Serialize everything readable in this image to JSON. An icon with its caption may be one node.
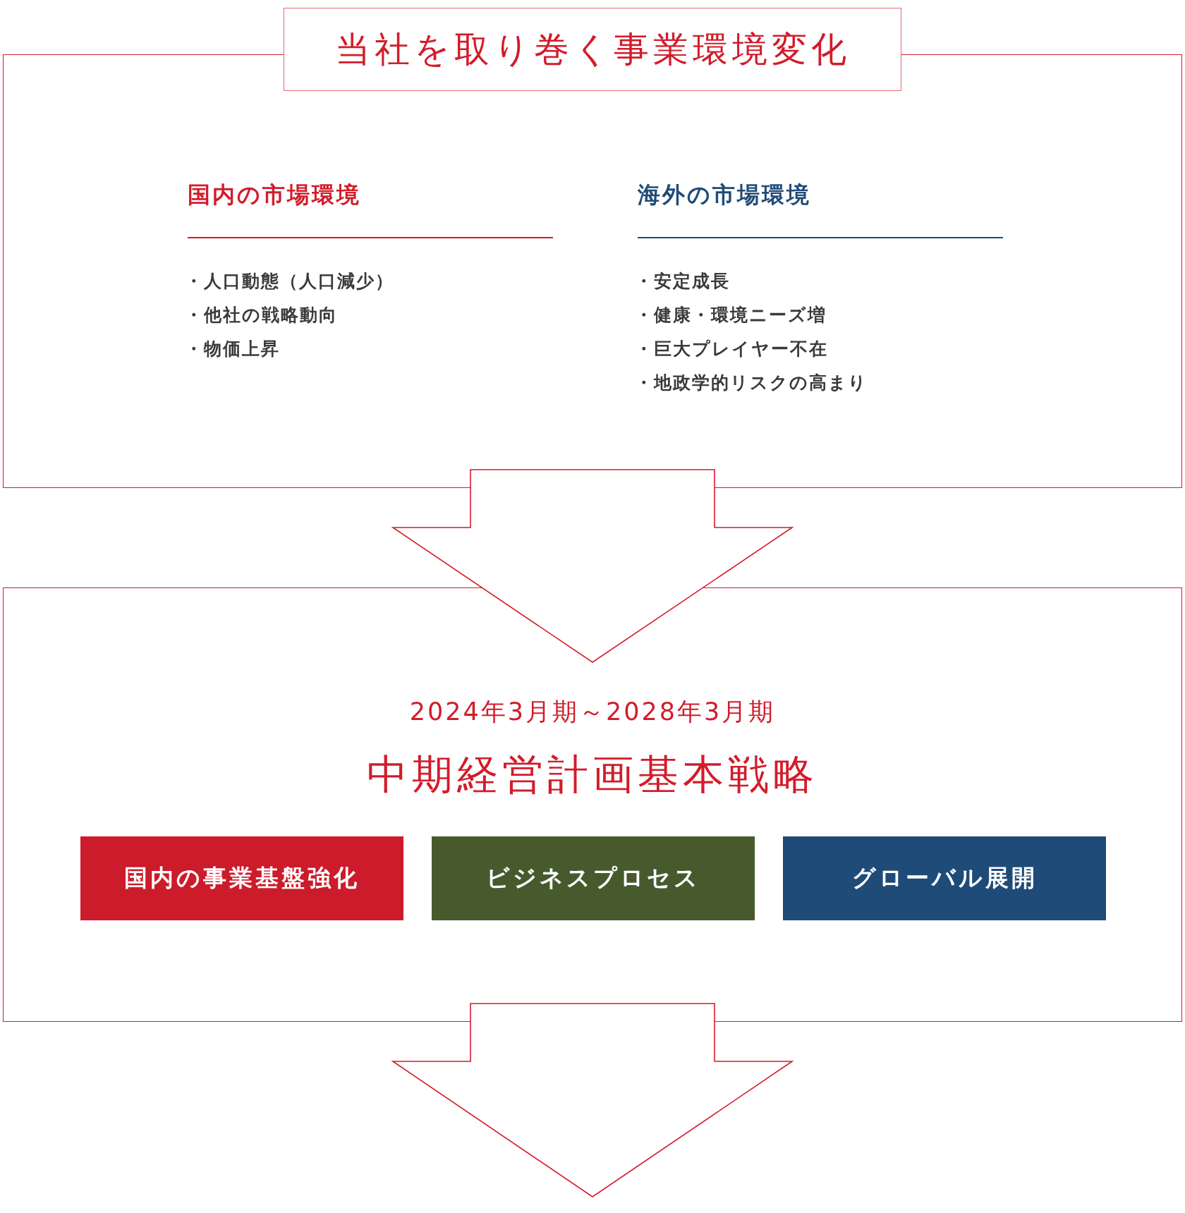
{
  "diagram": {
    "nodes": [
      {
        "text": [
          "当社を取り巻く事業環境変化"
        ]
      },
      {
        "text": [
          "2024年3月期～2028年3月期",
          "中期経営計画基本戦略"
        ]
      },
      {
        "text": [
          "国内の事業基盤強化"
        ],
        "in": 1
      },
      {
        "text": [
          "ビジネスプロセス"
        ],
        "in": 1
      },
      {
        "text": [
          "グローバル展開"
        ],
        "in": 1
      }
    ],
    "edges": [
      {
        "from": 0,
        "to": 1,
        "arrow": "to"
      },
      {
        "from": 1,
        "to": null,
        "arrow": "to"
      }
    ],
    "labels": [
      "国内の市場環境",
      "・人口動態（人口減少）",
      "・他社の戦略動向",
      "・物価上昇",
      "海外の市場環境",
      "・安定成長",
      "・健康・環境ニーズ増",
      "・巨大プレイヤー不在",
      "・地政学的リスクの高まり"
    ]
  }
}
